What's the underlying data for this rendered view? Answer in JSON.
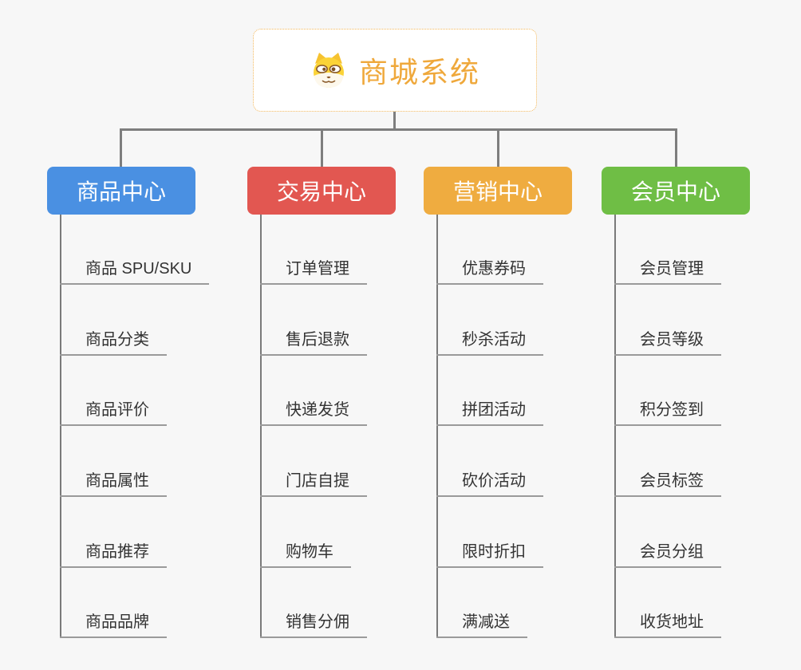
{
  "root": {
    "title": "商城系统",
    "icon": "doge-icon"
  },
  "branches": [
    {
      "label": "商品中心",
      "color": "#4A90E2",
      "children": [
        "商品 SPU/SKU",
        "商品分类",
        "商品评价",
        "商品属性",
        "商品推荐",
        "商品品牌"
      ]
    },
    {
      "label": "交易中心",
      "color": "#E25751",
      "children": [
        "订单管理",
        "售后退款",
        "快递发货",
        "门店自提",
        "购物车",
        "销售分佣"
      ]
    },
    {
      "label": "营销中心",
      "color": "#EFAC40",
      "children": [
        "优惠券码",
        "秒杀活动",
        "拼团活动",
        "砍价活动",
        "限时折扣",
        "满减送"
      ]
    },
    {
      "label": "会员中心",
      "color": "#6FBE45",
      "children": [
        "会员管理",
        "会员等级",
        "积分签到",
        "会员标签",
        "会员分组",
        "收货地址"
      ]
    }
  ],
  "theme": {
    "background": "#F7F7F7",
    "title_color": "#EFA83B",
    "root_border_color": "#F2B75B",
    "connector_color": "#7E7E7E",
    "underline_color": "#9A9A9A",
    "item_text_color": "#333333"
  }
}
